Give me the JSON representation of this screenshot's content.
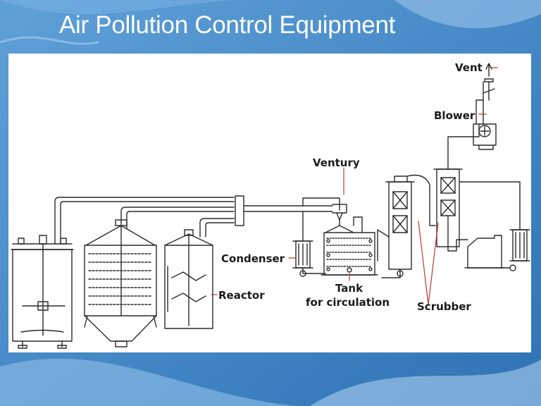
{
  "slide": {
    "title": "Air Pollution Control Equipment"
  },
  "diagram": {
    "labels": {
      "vent": "Vent",
      "blower": "Blower",
      "ventury": "Ventury",
      "condenser": "Condenser",
      "reactor": "Reactor",
      "tank_line1": "Tank",
      "tank_line2": "for circulation",
      "scrubber": "Scrubber"
    }
  },
  "colors": {
    "background": "#3f86c7",
    "panel": "#ffffff",
    "line": "#2b2b2b",
    "title_text": "#ffffff"
  }
}
